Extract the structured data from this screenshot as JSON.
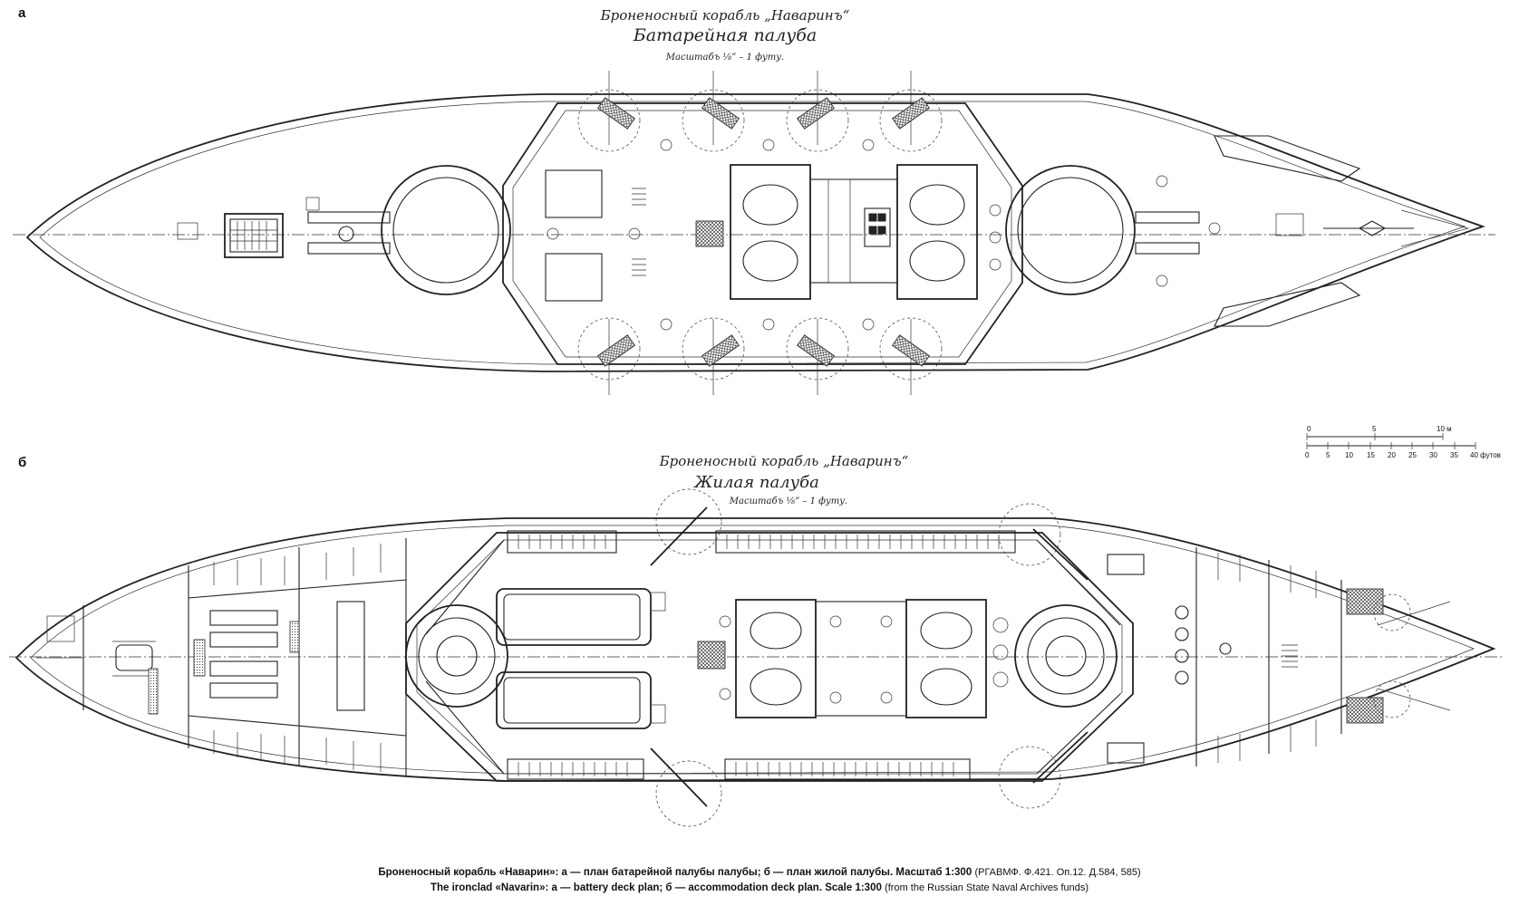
{
  "panels": {
    "a": {
      "letter": "а",
      "title_line1": "Броненосный корабль „Наваринъ“",
      "title_line2": "Батарейная палуба",
      "scale_note": "Масштабъ ⅛” – 1 футу."
    },
    "b": {
      "letter": "б",
      "title_line1": "Броненосный корабль „Наваринъ“",
      "title_line2": "Жилая палуба",
      "scale_note": "Масштабъ ⅛” – 1 футу."
    }
  },
  "scale_bar": {
    "meters": [
      "0",
      "5",
      "10 м"
    ],
    "feet": [
      "0",
      "5",
      "10",
      "15",
      "20",
      "25",
      "30",
      "35",
      "40 футов"
    ]
  },
  "caption": {
    "ru_bold": "Броненосный корабль «Наварин»: а — план батарейной палубы палубы; б — план жилой палубы. Масштаб 1:300",
    "ru_src": "(РГАВМФ. Ф.421. Оп.12. Д.584, 585)",
    "en_bold": "The ironclad «Navarin»: a — battery deck plan; б — accommodation deck plan. Scale 1:300",
    "en_src": "(from the Russian State Naval Archives funds)"
  }
}
